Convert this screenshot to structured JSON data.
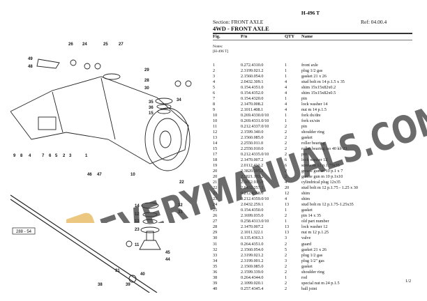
{
  "header": {
    "doc_code": "H-496 T",
    "section": "Section: FRONT AXLE",
    "ref": "Ref: 04.00.4",
    "title": "4WD - FRONT AXLE"
  },
  "table": {
    "columns": [
      "Fig.",
      "P/n",
      "QTY",
      "Name"
    ],
    "notes_label": "Notes:",
    "notes_value": "[H-496 T]",
    "rows": [
      [
        "1",
        "0.272.4310.0",
        "1",
        "front axle"
      ],
      [
        "2",
        "2.3199.021.2",
        "1",
        "plug 1/2 gas"
      ],
      [
        "3",
        "2.1560.054.0",
        "1",
        "gasket 21 x 26"
      ],
      [
        "4",
        "2.0432.309.1",
        "4",
        "stud bolt m 14 p.1.5 x 35"
      ],
      [
        "5",
        "0.154.4351.0",
        "4",
        "shim 15x15x82x0.2"
      ],
      [
        "6",
        "0.154.4352.0",
        "4",
        "shim 15x15x82x0.5"
      ],
      [
        "7",
        "0.154.4320.0",
        "1",
        "pin"
      ],
      [
        "8",
        "2.1470.008.2",
        "4",
        "lock washer 14"
      ],
      [
        "9",
        "2.1011.408.1",
        "4",
        "nut m 14 p.1.5"
      ],
      [
        "10",
        "0.269.4330.0/10",
        "1",
        "fork dx/dre"
      ],
      [
        "10",
        "0.269.4331.0/10",
        "1",
        "fork sx/sin"
      ],
      [
        "11",
        "0.212.4337.0/10",
        "2",
        "pin"
      ],
      [
        "12",
        "2.1599.340.0",
        "2",
        "shoulder ring"
      ],
      [
        "13",
        "2.1560.085.0",
        "2",
        "gasket"
      ],
      [
        "14",
        "2.2550.011.0",
        "2",
        "roller bearing"
      ],
      [
        "15",
        "2.2550.010.0",
        "2",
        "roller bearing iso 40 kb 23"
      ],
      [
        "17",
        "0.212.4335.0/10",
        "2",
        "pin"
      ],
      [
        "18",
        "2.1470.007.2",
        "6",
        "lock washer 12"
      ],
      [
        "19",
        "2.0112.413.2",
        "6",
        "screw m 12 p.1.75x35"
      ],
      [
        "20",
        "2.3820.105.2",
        "2",
        "grease gun m 10 p.1 x 7"
      ],
      [
        "20",
        "2.3821.103.2",
        "2",
        "grease gun m 10 p.1x10"
      ],
      [
        "21",
        "2.1652.915.0",
        "4",
        "cylindrical plug 12x35"
      ],
      [
        "22",
        "2.0432.257.1",
        "20",
        "stud bolt m 12 p.1.75 - 1.25 x 30"
      ],
      [
        "23",
        "0.212.4358.0",
        "12",
        "shim"
      ],
      [
        "23",
        "0.212.4359.0/10",
        "4",
        "shim"
      ],
      [
        "24",
        "2.0432.259.1",
        "13",
        "stud bolt m 12 p.1.75-1.25x35"
      ],
      [
        "25",
        "0.154.4350.0",
        "1",
        "gasket"
      ],
      [
        "26",
        "2.1699.035.0",
        "2",
        "pin 14 x 35"
      ],
      [
        "27",
        "0.258.4313.0/10",
        "1",
        "old part number"
      ],
      [
        "28",
        "2.1470.007.2",
        "13",
        "lock washer 12"
      ],
      [
        "29",
        "2.1011.322.1",
        "13",
        "nut m 12 p.1.25"
      ],
      [
        "30",
        "0.135.4363.3",
        "3",
        "valve"
      ],
      [
        "31",
        "0.264.4351.0",
        "2",
        "guard"
      ],
      [
        "32",
        "2.1560.054.0",
        "5",
        "gasket 21 x 26"
      ],
      [
        "33",
        "2.3199.021.2",
        "2",
        "plug 1/2 gas"
      ],
      [
        "34",
        "2.3199.001.2",
        "3",
        "plug 1/2\" gas"
      ],
      [
        "35",
        "2.1569.085.0",
        "2",
        "gasket"
      ],
      [
        "36",
        "2.1599.339.0",
        "2",
        "shoulder ring"
      ],
      [
        "38",
        "0.264.4344.0",
        "1",
        "rod"
      ],
      [
        "39",
        "2.1099.020.1",
        "2",
        "special nut m 24 p.1.5"
      ],
      [
        "40",
        "0.257.4345.4",
        "2",
        "ball joint"
      ]
    ]
  },
  "page_number": "1/2",
  "diagram": {
    "figure_code": "288 - 54",
    "callouts": [
      "49",
      "48",
      "26",
      "24",
      "25",
      "27",
      "28",
      "29",
      "30",
      "34",
      "35",
      "36",
      "15",
      "14",
      "12",
      "13",
      "23",
      "11",
      "45",
      "44",
      "9",
      "8",
      "4",
      "7",
      "6",
      "5",
      "2",
      "3",
      "1",
      "46",
      "47",
      "10",
      "22",
      "32",
      "33",
      "31",
      "40",
      "39",
      "38"
    ]
  },
  "watermark": {
    "text": "EVERYMANUALS.COM",
    "logo_letter": "E",
    "logo_color": "#e0a530"
  }
}
